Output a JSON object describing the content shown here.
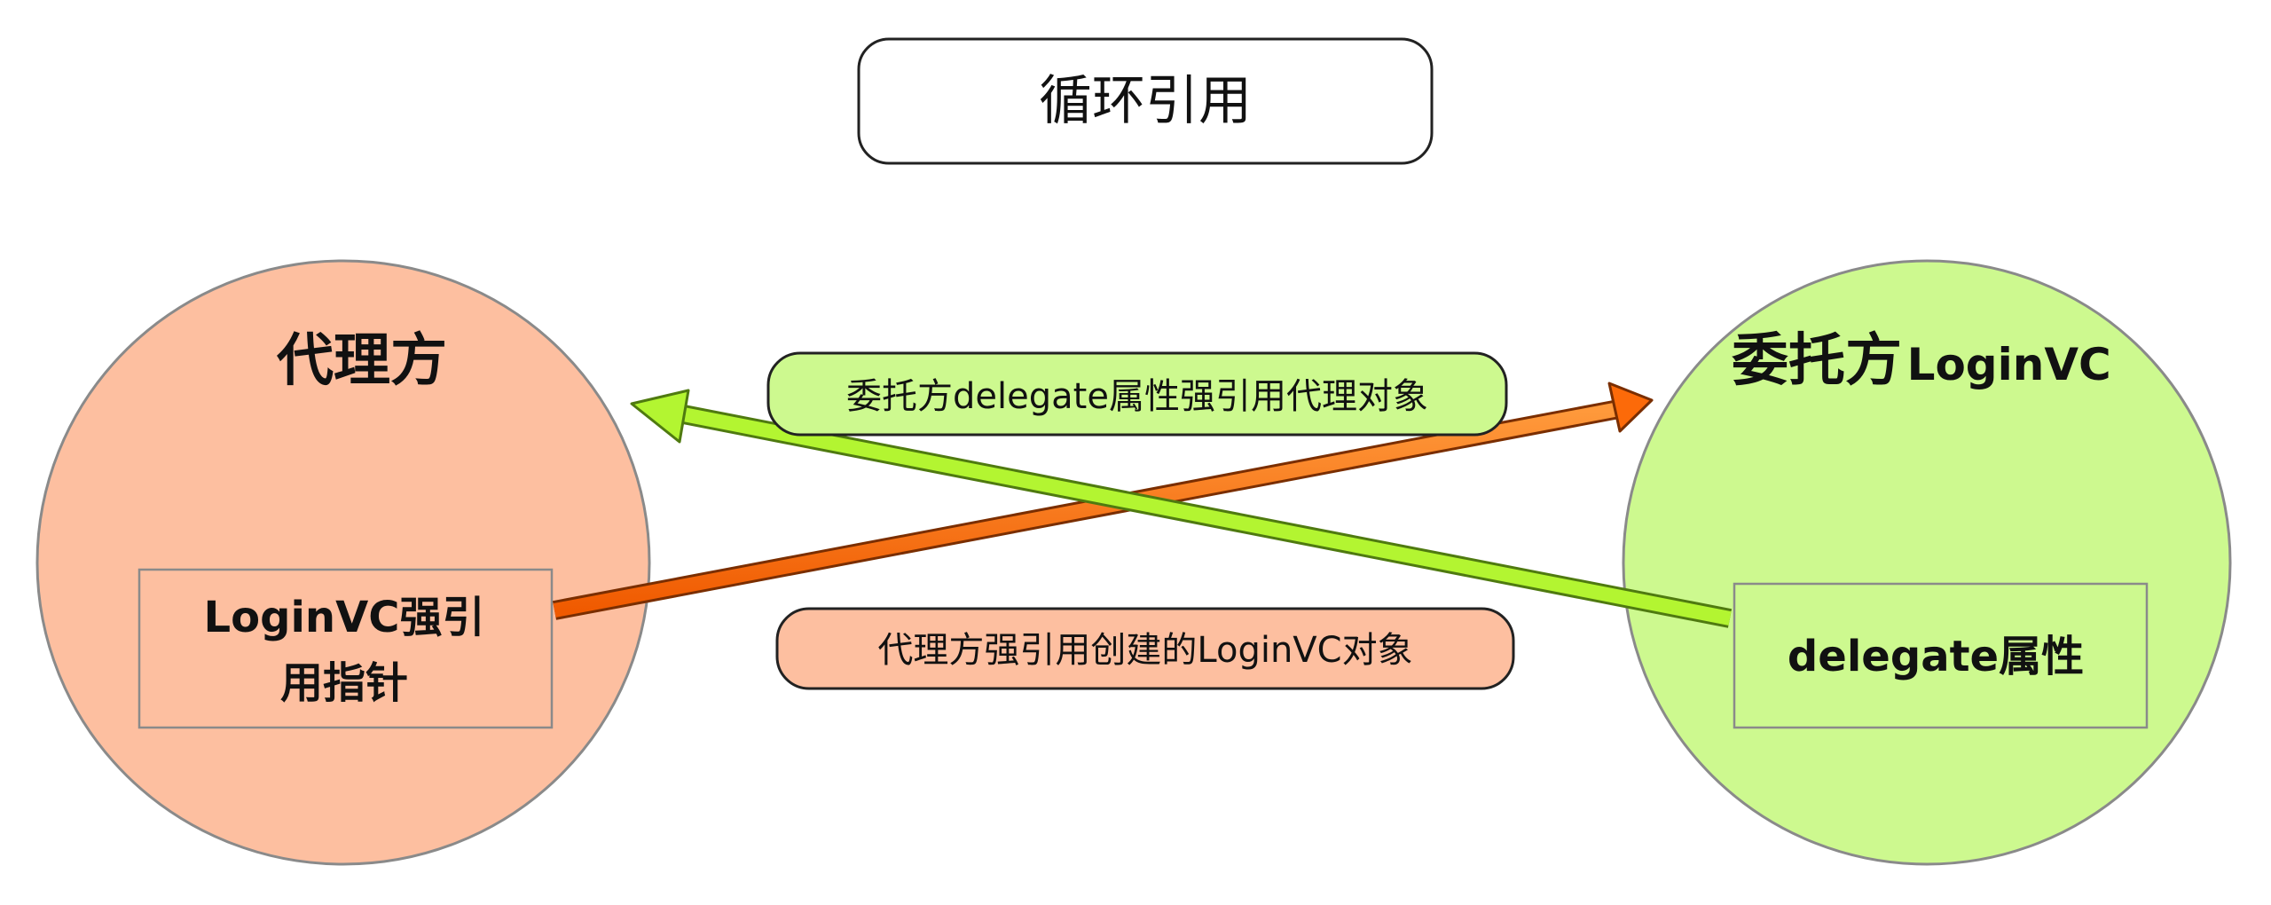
{
  "title": "循环引用",
  "proxy_side": {
    "title": "代理方",
    "box_line1": "LoginVC强引",
    "box_line2": "用指针",
    "fill_color": "#fdbfa0"
  },
  "delegator_side": {
    "title_cn": "委托方",
    "title_en": "LoginVC",
    "box_label": "delegate属性",
    "fill_color": "#cdf98f"
  },
  "arrows": {
    "green_label": "委托方delegate属性强引用代理对象",
    "green_color": "#b3f531",
    "orange_label": "代理方强引用创建的LoginVC对象",
    "orange_color": "#fc6a09"
  }
}
